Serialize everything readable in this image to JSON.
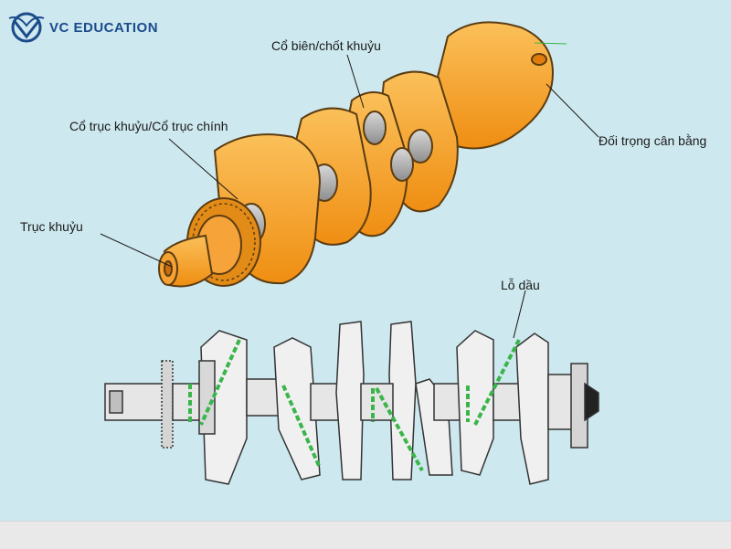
{
  "brand": {
    "name": "VC EDUCATION",
    "color": "#1c4b8c"
  },
  "labels": {
    "connecting_rod_journal": "Cổ biên/chốt khuỷu",
    "main_journal": "Cổ trục khuỷu/Cổ trục chính",
    "crankshaft": "Trục khuỷu",
    "counterweight": "Đối trọng cân bằng",
    "oil_hole": "Lỗ dầu"
  },
  "colors": {
    "background": "#cde8ee",
    "crank_orange": "#f7a52a",
    "crank_outline": "#5b3c12",
    "oil_passage": "#39b54a",
    "journal_gray": "#a9a9a9"
  }
}
